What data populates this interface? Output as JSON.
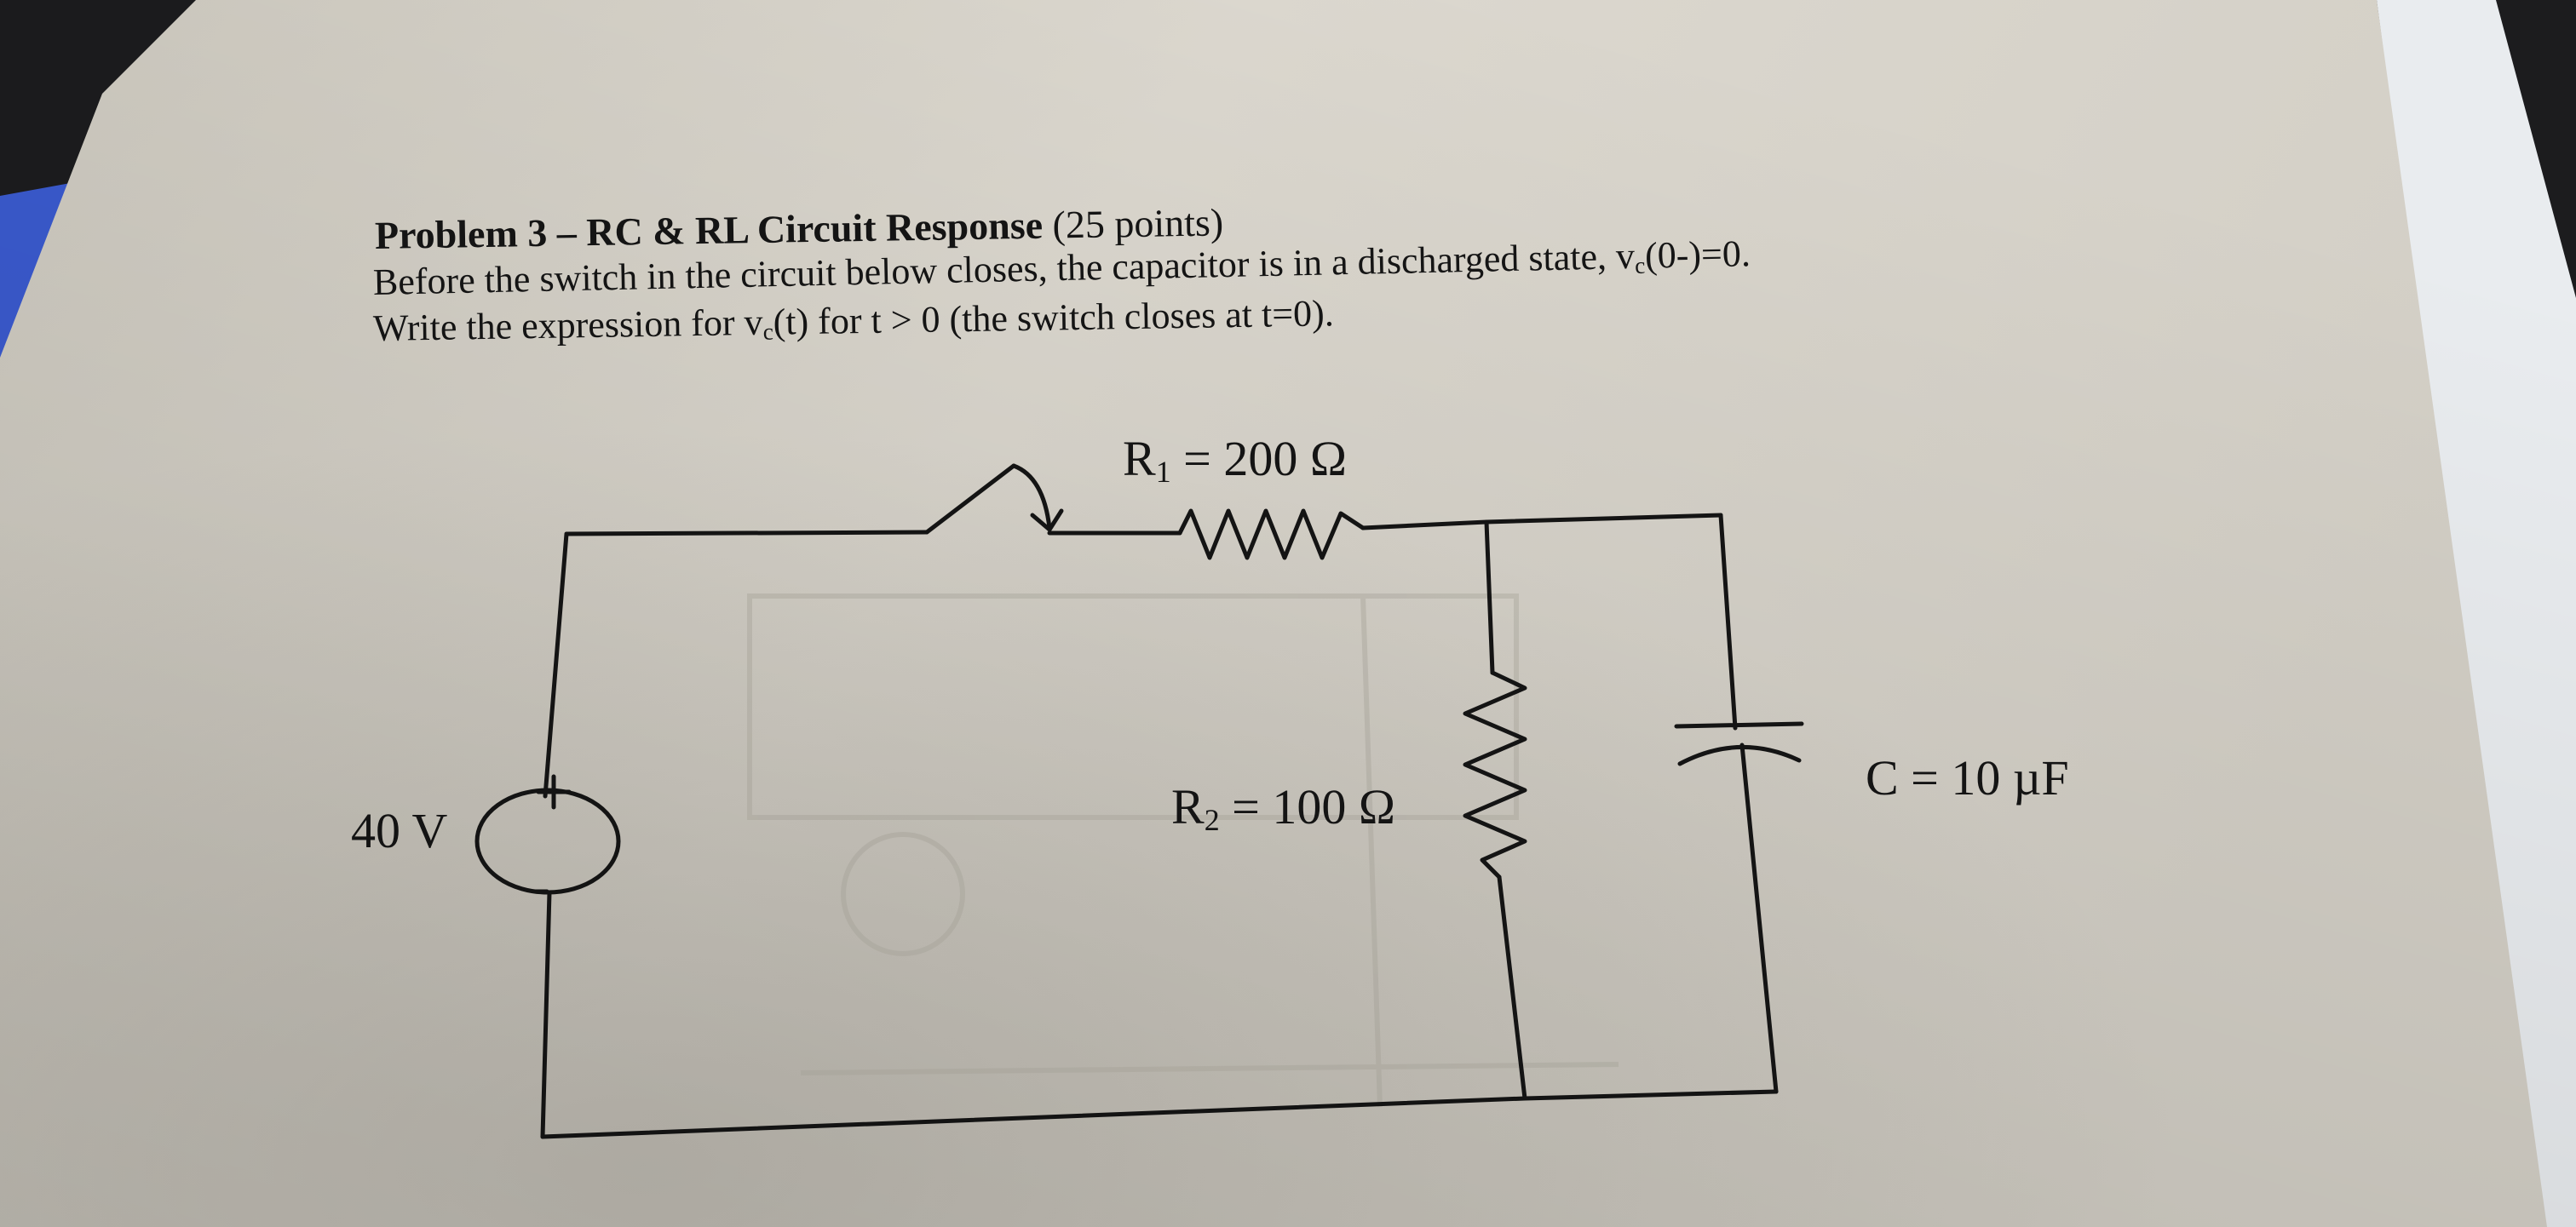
{
  "document": {
    "heading_bold": "Problem 3 – RC & RL Circuit Response",
    "heading_points": "(25 points)",
    "line1_pre": "Before the switch in the circuit below closes, the capacitor is in a discharged state, v",
    "line1_sub": "c",
    "line1_post": "(0-)=0.",
    "line2_pre": "Write the expression for v",
    "line2_sub": "c",
    "line2_post": "(t) for t > 0 (the switch closes at t=0)."
  },
  "circuit": {
    "r1_symbol": "R",
    "r1_sub": "1",
    "r1_value": " = 200 Ω",
    "r2_symbol": "R",
    "r2_sub": "2",
    "r2_value": " = 100 Ω",
    "c_label": "C = 10 µF",
    "source_label": "40 V",
    "plus_sign": "+",
    "minus_sign": "-",
    "switch_icon": "switch-icon",
    "resistor_icon": "resistor-icon",
    "capacitor_icon": "capacitor-icon",
    "source_icon": "voltage-source-icon"
  },
  "colors": {
    "paper": "#d9d5cc",
    "ink": "#151515",
    "background": "#1c1c1e"
  }
}
